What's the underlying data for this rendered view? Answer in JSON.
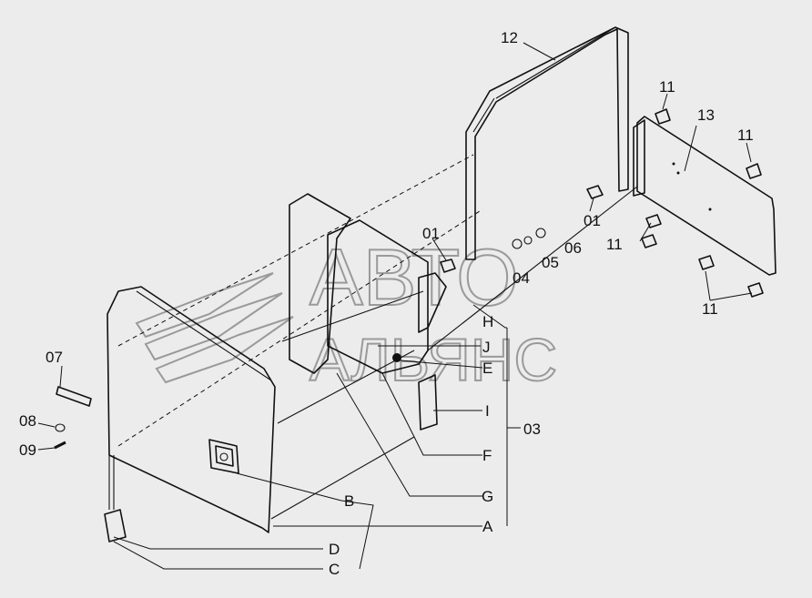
{
  "watermark": {
    "line1": "АВТО",
    "line2": "АЛЬЯНС"
  },
  "labels": {
    "p01a": "01",
    "p01b": "01",
    "p03": "03",
    "p04": "04",
    "p05": "05",
    "p06": "06",
    "p07": "07",
    "p08": "08",
    "p09": "09",
    "p11a": "11",
    "p11b": "11",
    "p11c": "11",
    "p11d": "11",
    "p12": "12",
    "p13": "13",
    "A": "A",
    "B": "B",
    "C": "C",
    "D": "D",
    "E": "E",
    "F": "F",
    "G": "G",
    "H": "H",
    "I": "I",
    "J": "J"
  }
}
